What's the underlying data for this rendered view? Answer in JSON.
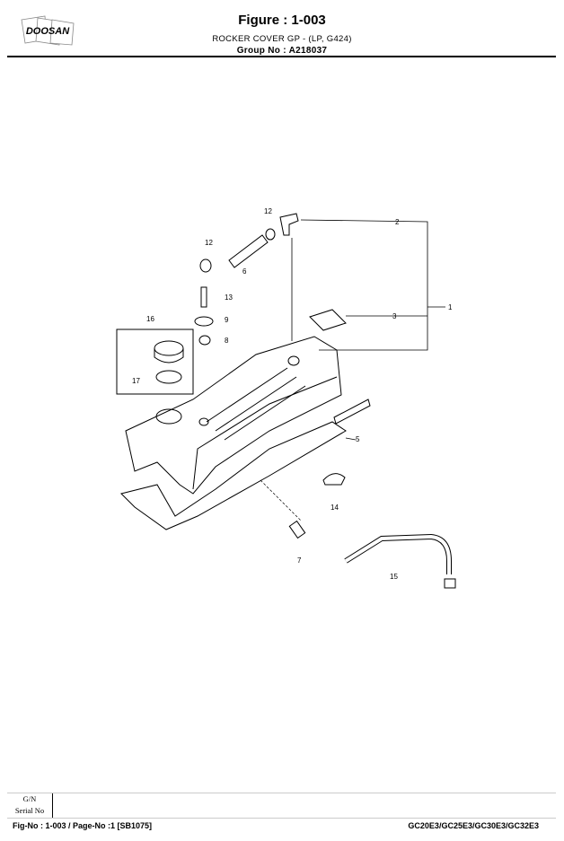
{
  "header": {
    "logo": "DOOSAN",
    "figure": "Figure : 1-003",
    "description": "ROCKER COVER GP - (LP, G424)",
    "group": "Group No :  A218037"
  },
  "callouts": [
    "2",
    "12",
    "12",
    "6",
    "13",
    "9",
    "8",
    "16",
    "17",
    "3",
    "1",
    "5",
    "14",
    "7",
    "15"
  ],
  "footer": {
    "gn_label": "G/N",
    "serial_label": "Serial No",
    "fig_page": "Fig-No : 1-003 / Page-No :1 [SB1075]",
    "models": "GC20E3/GC25E3/GC30E3/GC32E3"
  }
}
